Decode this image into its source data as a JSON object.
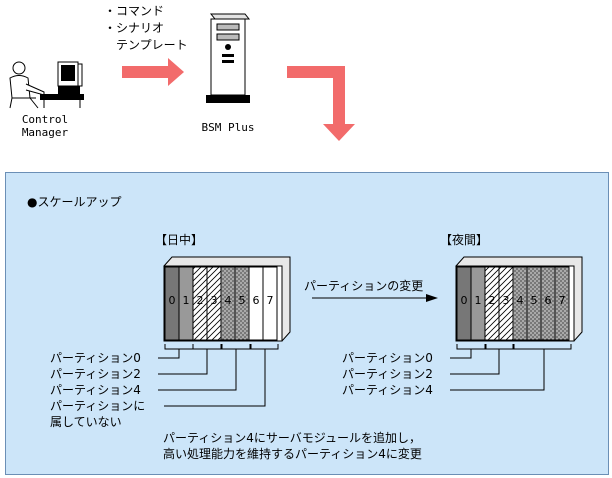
{
  "top": {
    "bullets": [
      "・コマンド",
      "・シナリオ",
      "テンプレート"
    ],
    "control_manager_label": [
      "Control",
      "Manager"
    ],
    "bsm_plus_label": "BSM Plus"
  },
  "panel": {
    "section_title": "●スケールアップ",
    "day_label": "【日中】",
    "night_label": "【夜間】",
    "change_label": "パーティションの変更",
    "slot_numbers": [
      "0",
      "1",
      "2",
      "3",
      "4",
      "5",
      "6",
      "7"
    ],
    "day_legend": [
      "パーティション0",
      "パーティション2",
      "パーティション4",
      "パーティションに",
      "属していない"
    ],
    "night_legend": [
      "パーティション0",
      "パーティション2",
      "パーティション4"
    ],
    "note": [
      "パーティション4にサーバモジュールを追加し，",
      "高い処理能力を維持するパーティション4に変更"
    ]
  },
  "colors": {
    "panel_bg": "#cce5f9",
    "arrow": "#f26b6b"
  }
}
